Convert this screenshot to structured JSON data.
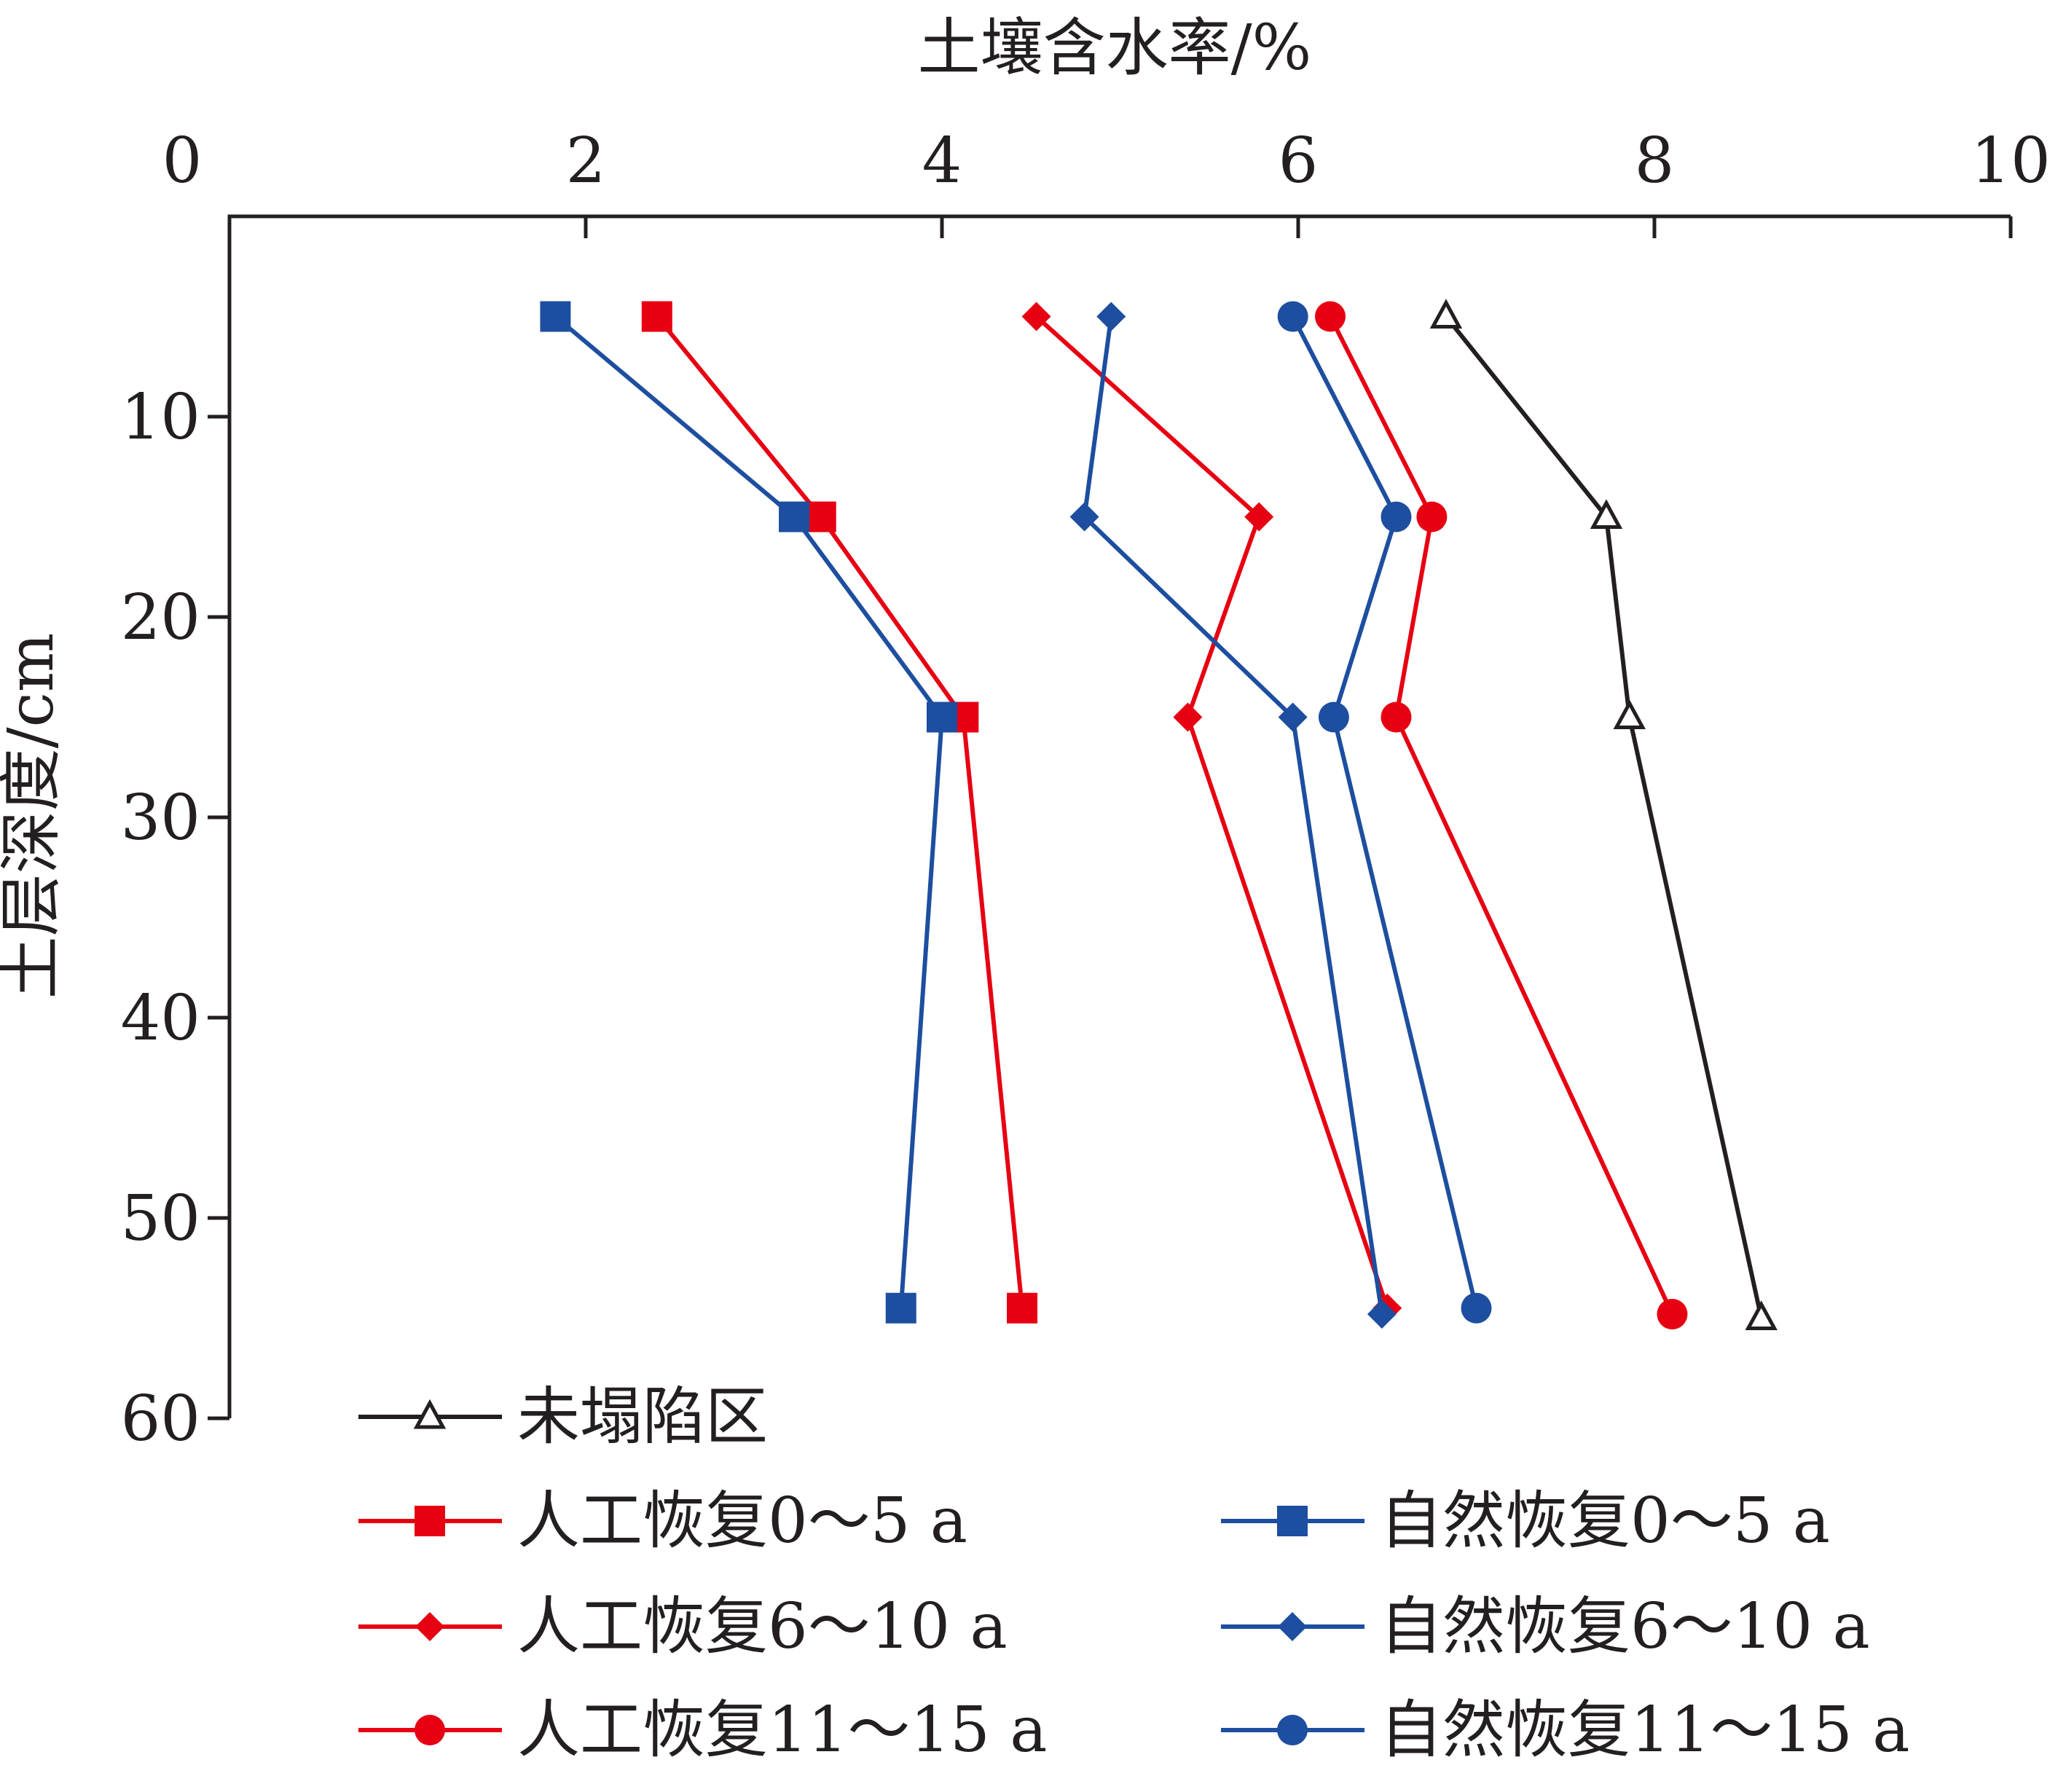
{
  "chart_data": {
    "type": "line",
    "title": "",
    "xlabel": "土壤含水率/%",
    "ylabel": "土层深度/cm",
    "xlim": [
      0,
      10
    ],
    "ylim": [
      0,
      60
    ],
    "x_ticks": [
      "0",
      "2",
      "4",
      "6",
      "8",
      "10"
    ],
    "y_ticks": [
      "10",
      "20",
      "30",
      "40",
      "50",
      "60"
    ],
    "x_axis_position": "top",
    "y_axis_inverted": true,
    "grid": false,
    "legend_position": "bottom",
    "series": [
      {
        "name": "未塌陷区",
        "color": "#231f20",
        "marker": "triangle-open",
        "points": [
          {
            "x": 6.83,
            "y": 5.0
          },
          {
            "x": 7.73,
            "y": 15.0
          },
          {
            "x": 7.86,
            "y": 25.0
          },
          {
            "x": 8.6,
            "y": 55.0
          }
        ]
      },
      {
        "name": "人工恢复0～5 a",
        "color": "#e60012",
        "marker": "square",
        "points": [
          {
            "x": 2.4,
            "y": 5.0
          },
          {
            "x": 3.32,
            "y": 15.0
          },
          {
            "x": 4.12,
            "y": 25.0
          },
          {
            "x": 4.45,
            "y": 54.5
          }
        ]
      },
      {
        "name": "人工恢复6～10 a",
        "color": "#e60012",
        "marker": "diamond",
        "points": [
          {
            "x": 4.53,
            "y": 5.0
          },
          {
            "x": 5.78,
            "y": 15.0
          },
          {
            "x": 5.38,
            "y": 25.0
          },
          {
            "x": 6.5,
            "y": 54.5
          }
        ]
      },
      {
        "name": "人工恢复11～15 a",
        "color": "#e60012",
        "marker": "circle",
        "points": [
          {
            "x": 6.18,
            "y": 5.0
          },
          {
            "x": 6.75,
            "y": 15.0
          },
          {
            "x": 6.55,
            "y": 25.0
          },
          {
            "x": 8.1,
            "y": 54.8
          }
        ]
      },
      {
        "name": "自然恢复0～5 a",
        "color": "#1d4e9f",
        "marker": "square",
        "points": [
          {
            "x": 1.83,
            "y": 5.0
          },
          {
            "x": 3.17,
            "y": 15.0
          },
          {
            "x": 4.0,
            "y": 25.0
          },
          {
            "x": 3.77,
            "y": 54.5
          }
        ]
      },
      {
        "name": "自然恢复6～10 a",
        "color": "#1d4e9f",
        "marker": "diamond",
        "points": [
          {
            "x": 4.95,
            "y": 5.0
          },
          {
            "x": 4.8,
            "y": 15.0
          },
          {
            "x": 5.97,
            "y": 25.0
          },
          {
            "x": 6.47,
            "y": 54.8
          }
        ]
      },
      {
        "name": "自然恢复11～15 a",
        "color": "#1d4e9f",
        "marker": "circle",
        "points": [
          {
            "x": 5.97,
            "y": 5.0
          },
          {
            "x": 6.55,
            "y": 15.0
          },
          {
            "x": 6.2,
            "y": 25.0
          },
          {
            "x": 7.0,
            "y": 54.5
          }
        ]
      }
    ]
  }
}
